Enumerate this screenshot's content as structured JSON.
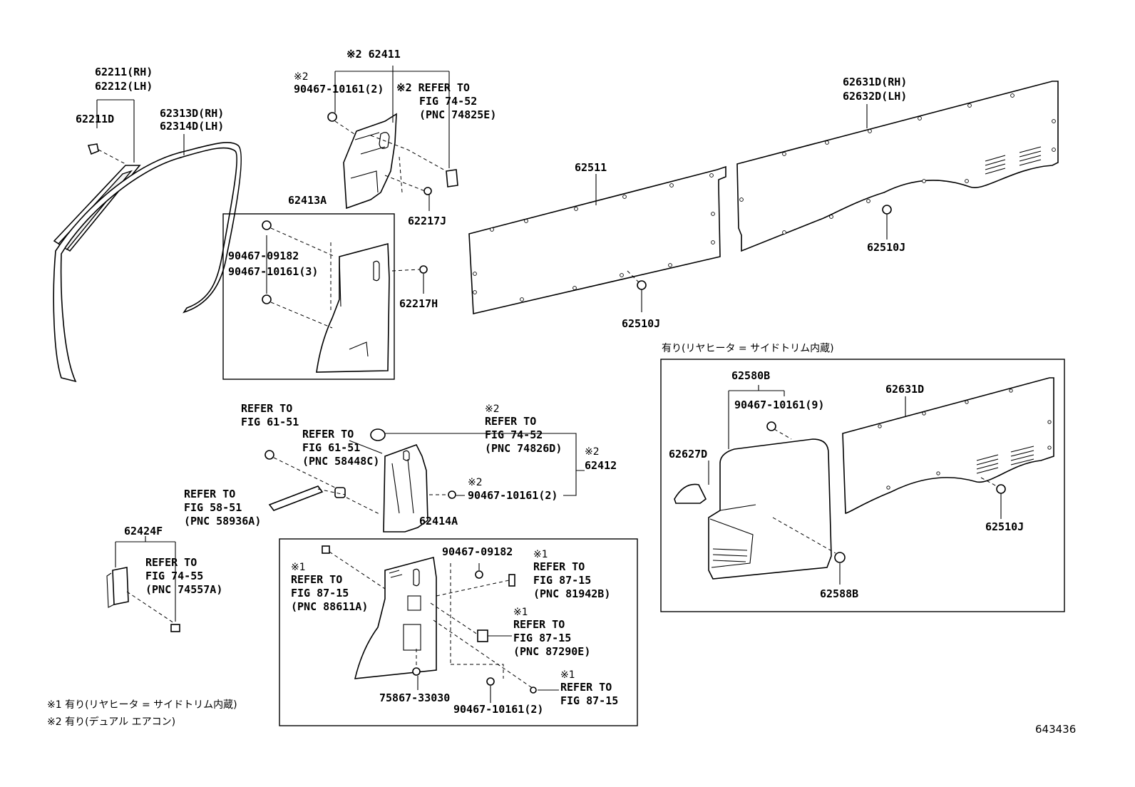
{
  "diagram": {
    "figure_id": "643436",
    "footnotes": [
      "※1 有り(リヤヒータ = サイドトリム内蔵)",
      "※2 有り(デュアル エアコン)"
    ],
    "inset_title": "有り(リヤヒータ = サイドトリム内蔵)",
    "labels": {
      "p62211_rh": "62211(RH)",
      "p62212_lh": "62212(LH)",
      "p62211D": "62211D",
      "p62313D_rh": "62313D(RH)",
      "p62314D_lh": "62314D(LH)",
      "m2_62411": "※2 62411",
      "m2_a": "※2",
      "p90467_10161_2a": "90467-10161(2)",
      "m2_refer_a": "※2 REFER TO",
      "fig_74_52_a": "FIG 74-52",
      "pnc_74825E": "(PNC 74825E)",
      "p62217J": "62217J",
      "p62413A": "62413A",
      "p90467_09182_a": "90467-09182",
      "p90467_10161_3": "90467-10161(3)",
      "p62217H": "62217H",
      "p62511": "62511",
      "p62510J_a": "62510J",
      "p62631D_rh": "62631D(RH)",
      "p62632D_lh": "62632D(LH)",
      "p62510J_b": "62510J",
      "refer_to_a": "REFER TO",
      "fig_61_51_a": "FIG 61-51",
      "refer_to_b": "REFER TO",
      "fig_61_51_b": "FIG 61-51",
      "pnc_58448C": "(PNC 58448C)",
      "m2_b": "※2",
      "refer_to_c": "REFER TO",
      "fig_74_52_b": "FIG 74-52",
      "pnc_74826D": "(PNC 74826D)",
      "m2_c": "※2",
      "p62412": "62412",
      "m2_d": "※2",
      "p90467_10161_2b": "90467-10161(2)",
      "refer_to_d": "REFER TO",
      "fig_58_51": "FIG 58-51",
      "pnc_58936A": "(PNC 58936A)",
      "p62414A": "62414A",
      "p62424F": "62424F",
      "refer_to_e": "REFER TO",
      "fig_74_55": "FIG 74-55",
      "pnc_74557A": "(PNC 74557A)",
      "m1_a": "※1",
      "refer_to_f": "REFER TO",
      "fig_87_15_a": "FIG 87-15",
      "pnc_88611A": "(PNC 88611A)",
      "p90467_09182_b": "90467-09182",
      "m1_b": "※1",
      "refer_to_g": "REFER TO",
      "fig_87_15_b": "FIG 87-15",
      "pnc_81942B": "(PNC 81942B)",
      "m1_c": "※1",
      "refer_to_h": "REFER TO",
      "fig_87_15_c": "FIG 87-15",
      "pnc_87290E": "(PNC 87290E)",
      "p75867_33030": "75867-33030",
      "p90467_10161_2c": "90467-10161(2)",
      "m1_d": "※1",
      "refer_to_i": "REFER TO",
      "fig_87_15_d": "FIG 87-15",
      "p62580B": "62580B",
      "p90467_10161_9": "90467-10161(9)",
      "p62631D": "62631D",
      "p62627D": "62627D",
      "p62510J_c": "62510J",
      "p62588B": "62588B"
    }
  }
}
